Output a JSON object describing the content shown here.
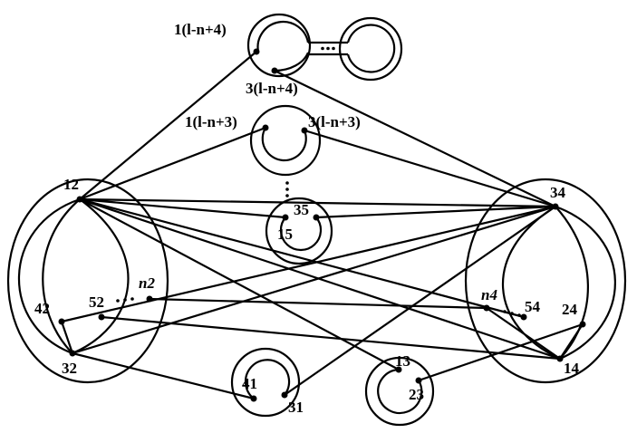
{
  "labels": {
    "top_loop_a": "1(l-n+4)",
    "top_loop_b": "3(l-n+4)",
    "mid_loop_a": "1(l-n+3)",
    "mid_loop_b": "3(l-n+3)",
    "v12": "12",
    "v34": "34",
    "v35": "35",
    "v15": "15",
    "v42": "42",
    "v52": "52",
    "vn2": "n2",
    "vn4": "n4",
    "v54": "54",
    "v24": "24",
    "v32": "32",
    "v14": "14",
    "v41": "41",
    "v31": "31",
    "v13": "13",
    "v23": "23"
  }
}
